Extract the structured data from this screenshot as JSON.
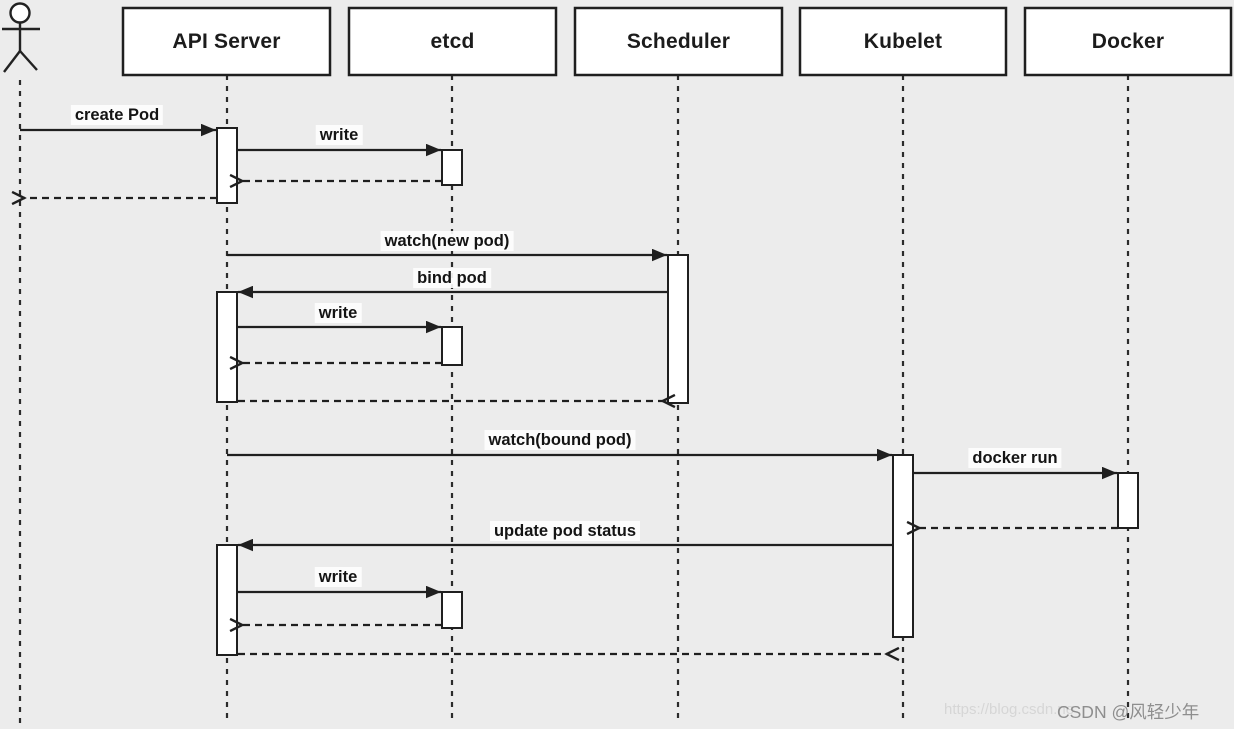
{
  "diagram_type": "uml-sequence",
  "participants": [
    {
      "id": "actor",
      "label": "",
      "kind": "actor"
    },
    {
      "id": "api-server",
      "label": "API Server",
      "kind": "object"
    },
    {
      "id": "etcd",
      "label": "etcd",
      "kind": "object"
    },
    {
      "id": "scheduler",
      "label": "Scheduler",
      "kind": "object"
    },
    {
      "id": "kubelet",
      "label": "Kubelet",
      "kind": "object"
    },
    {
      "id": "docker",
      "label": "Docker",
      "kind": "object"
    }
  ],
  "messages": [
    {
      "label": "create Pod",
      "from": "actor",
      "to": "API Server",
      "style": "solid"
    },
    {
      "label": "write",
      "from": "API Server",
      "to": "etcd",
      "style": "solid"
    },
    {
      "label": "",
      "from": "etcd",
      "to": "API Server",
      "style": "dashed-return"
    },
    {
      "label": "",
      "from": "API Server",
      "to": "actor",
      "style": "dashed-return"
    },
    {
      "label": "watch(new pod)",
      "from": "API Server",
      "to": "Scheduler",
      "style": "solid"
    },
    {
      "label": "bind pod",
      "from": "Scheduler",
      "to": "API Server",
      "style": "solid"
    },
    {
      "label": "write",
      "from": "API Server",
      "to": "etcd",
      "style": "solid"
    },
    {
      "label": "",
      "from": "etcd",
      "to": "API Server",
      "style": "dashed-return"
    },
    {
      "label": "",
      "from": "API Server",
      "to": "Scheduler",
      "style": "dashed-return"
    },
    {
      "label": "watch(bound pod)",
      "from": "API Server",
      "to": "Kubelet",
      "style": "solid"
    },
    {
      "label": "docker run",
      "from": "Kubelet",
      "to": "Docker",
      "style": "solid"
    },
    {
      "label": "",
      "from": "Docker",
      "to": "Kubelet",
      "style": "dashed-return"
    },
    {
      "label": "update pod status",
      "from": "Kubelet",
      "to": "API Server",
      "style": "solid"
    },
    {
      "label": "write",
      "from": "API Server",
      "to": "etcd",
      "style": "solid"
    },
    {
      "label": "",
      "from": "etcd",
      "to": "API Server",
      "style": "dashed-return"
    },
    {
      "label": "",
      "from": "API Server",
      "to": "Kubelet",
      "style": "dashed-return"
    }
  ],
  "watermark": {
    "faint": "https://blog.csdn.ne",
    "main": "CSDN @风轻少年"
  },
  "colors": {
    "background": "#ececec",
    "box_fill": "#ffffff",
    "line": "#1f1f1f",
    "text": "#141414",
    "watermark_faint": "#d6d6d6",
    "watermark_main": "#8e8e8e"
  }
}
